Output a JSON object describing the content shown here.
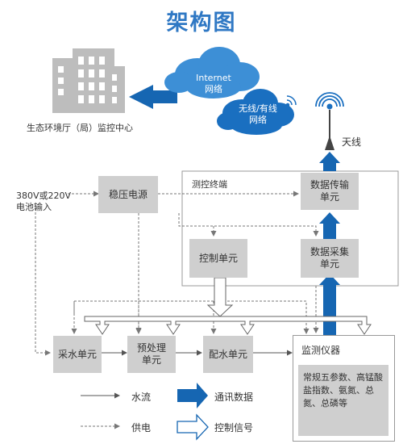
{
  "title": "架构图",
  "center_label": "生态环境厅（局）监控中心",
  "cloud1": {
    "line1": "Internet",
    "line2": "网络"
  },
  "cloud2": {
    "line1": "无线/有线",
    "line2": "网络"
  },
  "antenna_label": "天线",
  "terminal_label": "测控终端",
  "power_input": {
    "line1": "380V或220V",
    "line2": "电池输入"
  },
  "boxes": {
    "regulator": "稳压电源",
    "transmit_line1": "数据传输",
    "transmit_line2": "单元",
    "control": "控制单元",
    "collect_line1": "数据采集",
    "collect_line2": "单元",
    "sampling": "采水单元",
    "preprocess_line1": "预处理",
    "preprocess_line2": "单元",
    "distribution": "配水单元",
    "monitor": "监测仪器",
    "params": "常规五参数、高锰酸盐指数、氨氮、总氮、总磷等"
  },
  "legend": {
    "water_flow": "水流",
    "comm_data": "通讯数据",
    "power_supply": "供电",
    "control_signal": "控制信号"
  },
  "colors": {
    "title": "#2f78c4",
    "arrow_blue": "#1666b2",
    "box_gray": "#cfcfcf",
    "cloud": "#3d8fd6"
  }
}
